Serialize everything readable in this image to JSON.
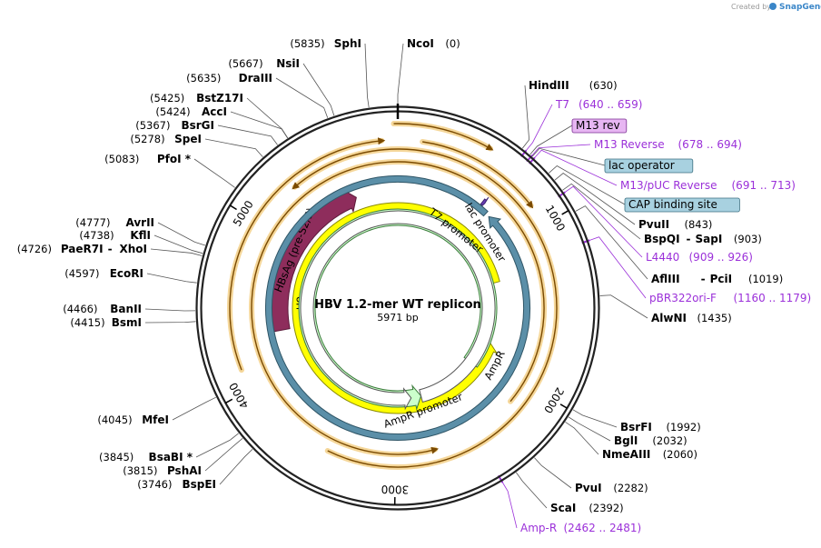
{
  "credit": {
    "prefix": "Created by",
    "brand": "SnapGene"
  },
  "plasmid": {
    "name": "HBV 1.2-mer WT replicon",
    "length_label": "5971 bp",
    "length": 5971
  },
  "ticks": [
    {
      "pos": 1000,
      "label": "1000"
    },
    {
      "pos": 2000,
      "label": "2000"
    },
    {
      "pos": 3000,
      "label": "3000"
    },
    {
      "pos": 4000,
      "label": "4000"
    },
    {
      "pos": 5000,
      "label": "5000"
    }
  ],
  "right_labels": [
    {
      "kind": "site",
      "name": "NcoI",
      "pos_label": "(0)",
      "pos": 0
    },
    {
      "kind": "site",
      "name": "HindIII",
      "pos_label": "(630)",
      "pos": 630
    },
    {
      "kind": "primer",
      "name": "T7",
      "pos_label": "(640 .. 659)",
      "pos": 650
    },
    {
      "kind": "boxed",
      "name": "M13 rev",
      "pos": 676,
      "box_fill": "#e7b6f2",
      "box_stroke": "#7a2e91"
    },
    {
      "kind": "primer",
      "name": "M13 Reverse",
      "pos_label": "(678 .. 694)",
      "pos": 686
    },
    {
      "kind": "boxed",
      "name": "lac operator",
      "pos": 690,
      "box_fill": "#a8d1e0",
      "box_stroke": "#3b6f80"
    },
    {
      "kind": "primer",
      "name": "M13/pUC Reverse",
      "pos_label": "(691 .. 713)",
      "pos": 702
    },
    {
      "kind": "boxed",
      "name": "CAP binding site",
      "pos": 800,
      "box_fill": "#a8d1e0",
      "box_stroke": "#3b6f80"
    },
    {
      "kind": "site",
      "name": "PvuII",
      "pos_label": "(843)",
      "pos": 843
    },
    {
      "kind": "site",
      "name": "BspQI",
      "name2": "SapI",
      "pos_label": "(903)",
      "pos": 903
    },
    {
      "kind": "primer",
      "name": "L4440",
      "pos_label": "(909 .. 926)",
      "pos": 917
    },
    {
      "kind": "site",
      "name": "AflIII",
      "name2": "PciI",
      "pos_label": "(1019)",
      "pos": 1019
    },
    {
      "kind": "primer",
      "name": "pBR322ori-F",
      "pos_label": "(1160 .. 1179)",
      "pos": 1170
    },
    {
      "kind": "site",
      "name": "AlwNI",
      "pos_label": "(1435)",
      "pos": 1435
    },
    {
      "kind": "site",
      "name": "BsrFI",
      "pos_label": "(1992)",
      "pos": 1992
    },
    {
      "kind": "site",
      "name": "BglI",
      "pos_label": "(2032)",
      "pos": 2032
    },
    {
      "kind": "site",
      "name": "NmeAIII",
      "pos_label": "(2060)",
      "pos": 2060
    },
    {
      "kind": "site",
      "name": "PvuI",
      "pos_label": "(2282)",
      "pos": 2282
    },
    {
      "kind": "site",
      "name": "ScaI",
      "pos_label": "(2392)",
      "pos": 2392
    },
    {
      "kind": "primer",
      "name": "Amp-R",
      "pos_label": "(2462 .. 2481)",
      "pos": 2471
    }
  ],
  "left_labels": [
    {
      "name": "SphI",
      "pos_label": "(5835)",
      "pos": 5835
    },
    {
      "name": "NsiI",
      "pos_label": "(5667)",
      "pos": 5667
    },
    {
      "name": "DraIII",
      "pos_label": "(5635)",
      "pos": 5635
    },
    {
      "name": "BstZ17I",
      "pos_label": "(5425)",
      "pos": 5425
    },
    {
      "name": "AccI",
      "pos_label": "(5424)",
      "pos": 5424
    },
    {
      "name": "BsrGI",
      "pos_label": "(5367)",
      "pos": 5367
    },
    {
      "name": "SpeI",
      "pos_label": "(5278)",
      "pos": 5278
    },
    {
      "name": "PfoI *",
      "pos_label": "(5083)",
      "pos": 5083
    },
    {
      "name": "AvrII",
      "pos_label": "(4777)",
      "pos": 4777
    },
    {
      "name": "KflI",
      "pos_label": "(4738)",
      "pos": 4738
    },
    {
      "name": "PaeR7I",
      "name2": "XhoI",
      "pos_label": "(4726)",
      "pos": 4726
    },
    {
      "name": "EcoRI",
      "pos_label": "(4597)",
      "pos": 4597
    },
    {
      "name": "BanII",
      "pos_label": "(4466)",
      "pos": 4466
    },
    {
      "name": "BsmI",
      "pos_label": "(4415)",
      "pos": 4415
    },
    {
      "name": "MfeI",
      "pos_label": "(4045)",
      "pos": 4045
    },
    {
      "name": "BsaBI *",
      "pos_label": "(3845)",
      "pos": 3845
    },
    {
      "name": "PshAI",
      "pos_label": "(3815)",
      "pos": 3815
    },
    {
      "name": "BspEI",
      "pos_label": "(3746)",
      "pos": 3746
    }
  ],
  "features": [
    {
      "name": "HBsAg (pre-S2/S)",
      "start": 4300,
      "end": 5630,
      "dir": "cw",
      "color": "#8e2d5c",
      "stroke": "#5c1a3a"
    },
    {
      "name": "ori",
      "start": 1250,
      "end": 1830,
      "dir": "ccw",
      "color": "#ffff00",
      "stroke": "#8a8a00"
    },
    {
      "name": "AmpR",
      "start": 2100,
      "end": 2740,
      "dir": "ccw",
      "color": "#ccffcc",
      "stroke": "#3c7a3c"
    },
    {
      "name": "AmpR promoter",
      "start": 2740,
      "end": 2845,
      "dir": "ccw",
      "color": "#ffffff",
      "stroke": "#555555"
    },
    {
      "name": "T7 promoter",
      "start": 640,
      "end": 659,
      "dir": "cw",
      "color": "#6a3fb5",
      "stroke": "#3a2070"
    },
    {
      "name": "lac promoter",
      "start": 713,
      "end": 744,
      "dir": "ccw",
      "color": "#5b8fa8",
      "stroke": "#2f5566"
    }
  ],
  "orfs": [
    {
      "start": 5950,
      "end": 500,
      "dir": "cw"
    },
    {
      "start": 140,
      "end": 870,
      "dir": "cw"
    },
    {
      "start": 4120,
      "end": 5880,
      "dir": "cw"
    },
    {
      "start": 3420,
      "end": 5300,
      "dir": "ccw"
    },
    {
      "start": 2150,
      "end": 2740,
      "dir": "ccw"
    }
  ]
}
